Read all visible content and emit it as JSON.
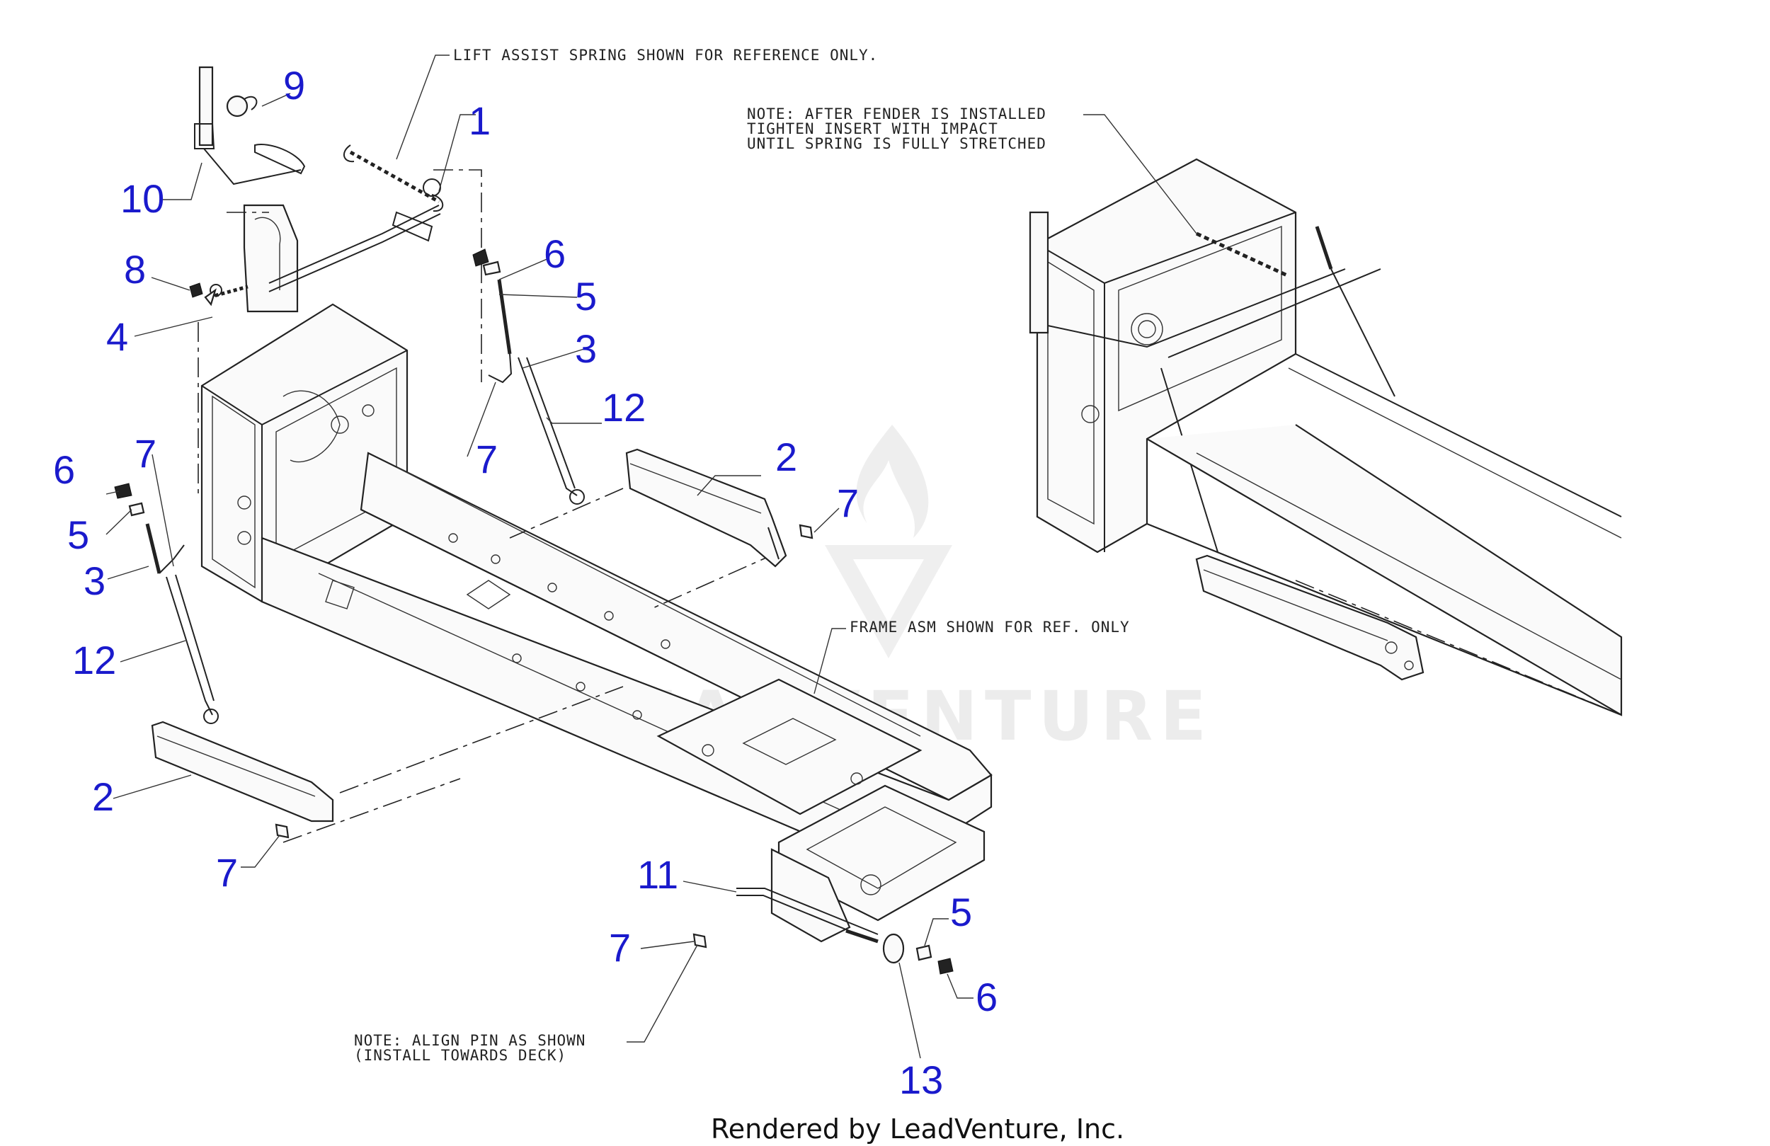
{
  "notes": {
    "lift_assist": "LIFT ASSIST SPRING SHOWN FOR REFERENCE ONLY.",
    "fender_line1": "NOTE: AFTER FENDER IS INSTALLED",
    "fender_line2": "TIGHTEN INSERT WITH IMPACT",
    "fender_line3": "UNTIL SPRING IS FULLY STRETCHED",
    "frame": "FRAME ASM SHOWN FOR REF. ONLY",
    "align_line1": "NOTE: ALIGN PIN AS SHOWN",
    "align_line2": "(INSTALL TOWARDS DECK)"
  },
  "callouts": {
    "c1": "1",
    "c2a": "2",
    "c2b": "2",
    "c3a": "3",
    "c3b": "3",
    "c4": "4",
    "c5a": "5",
    "c5b": "5",
    "c5c": "5",
    "c6a": "6",
    "c6b": "6",
    "c6c": "6",
    "c7a": "7",
    "c7b": "7",
    "c7c": "7",
    "c7d": "7",
    "c7e": "7",
    "c8": "8",
    "c9": "9",
    "c10": "10",
    "c11": "11",
    "c12a": "12",
    "c12b": "12",
    "c13": "13"
  },
  "watermark": "LEADVENTURE",
  "footer": "Rendered by LeadVenture, Inc.",
  "colors": {
    "callout": "#1a1acc",
    "line": "#222222",
    "watermark": "#ececec"
  }
}
